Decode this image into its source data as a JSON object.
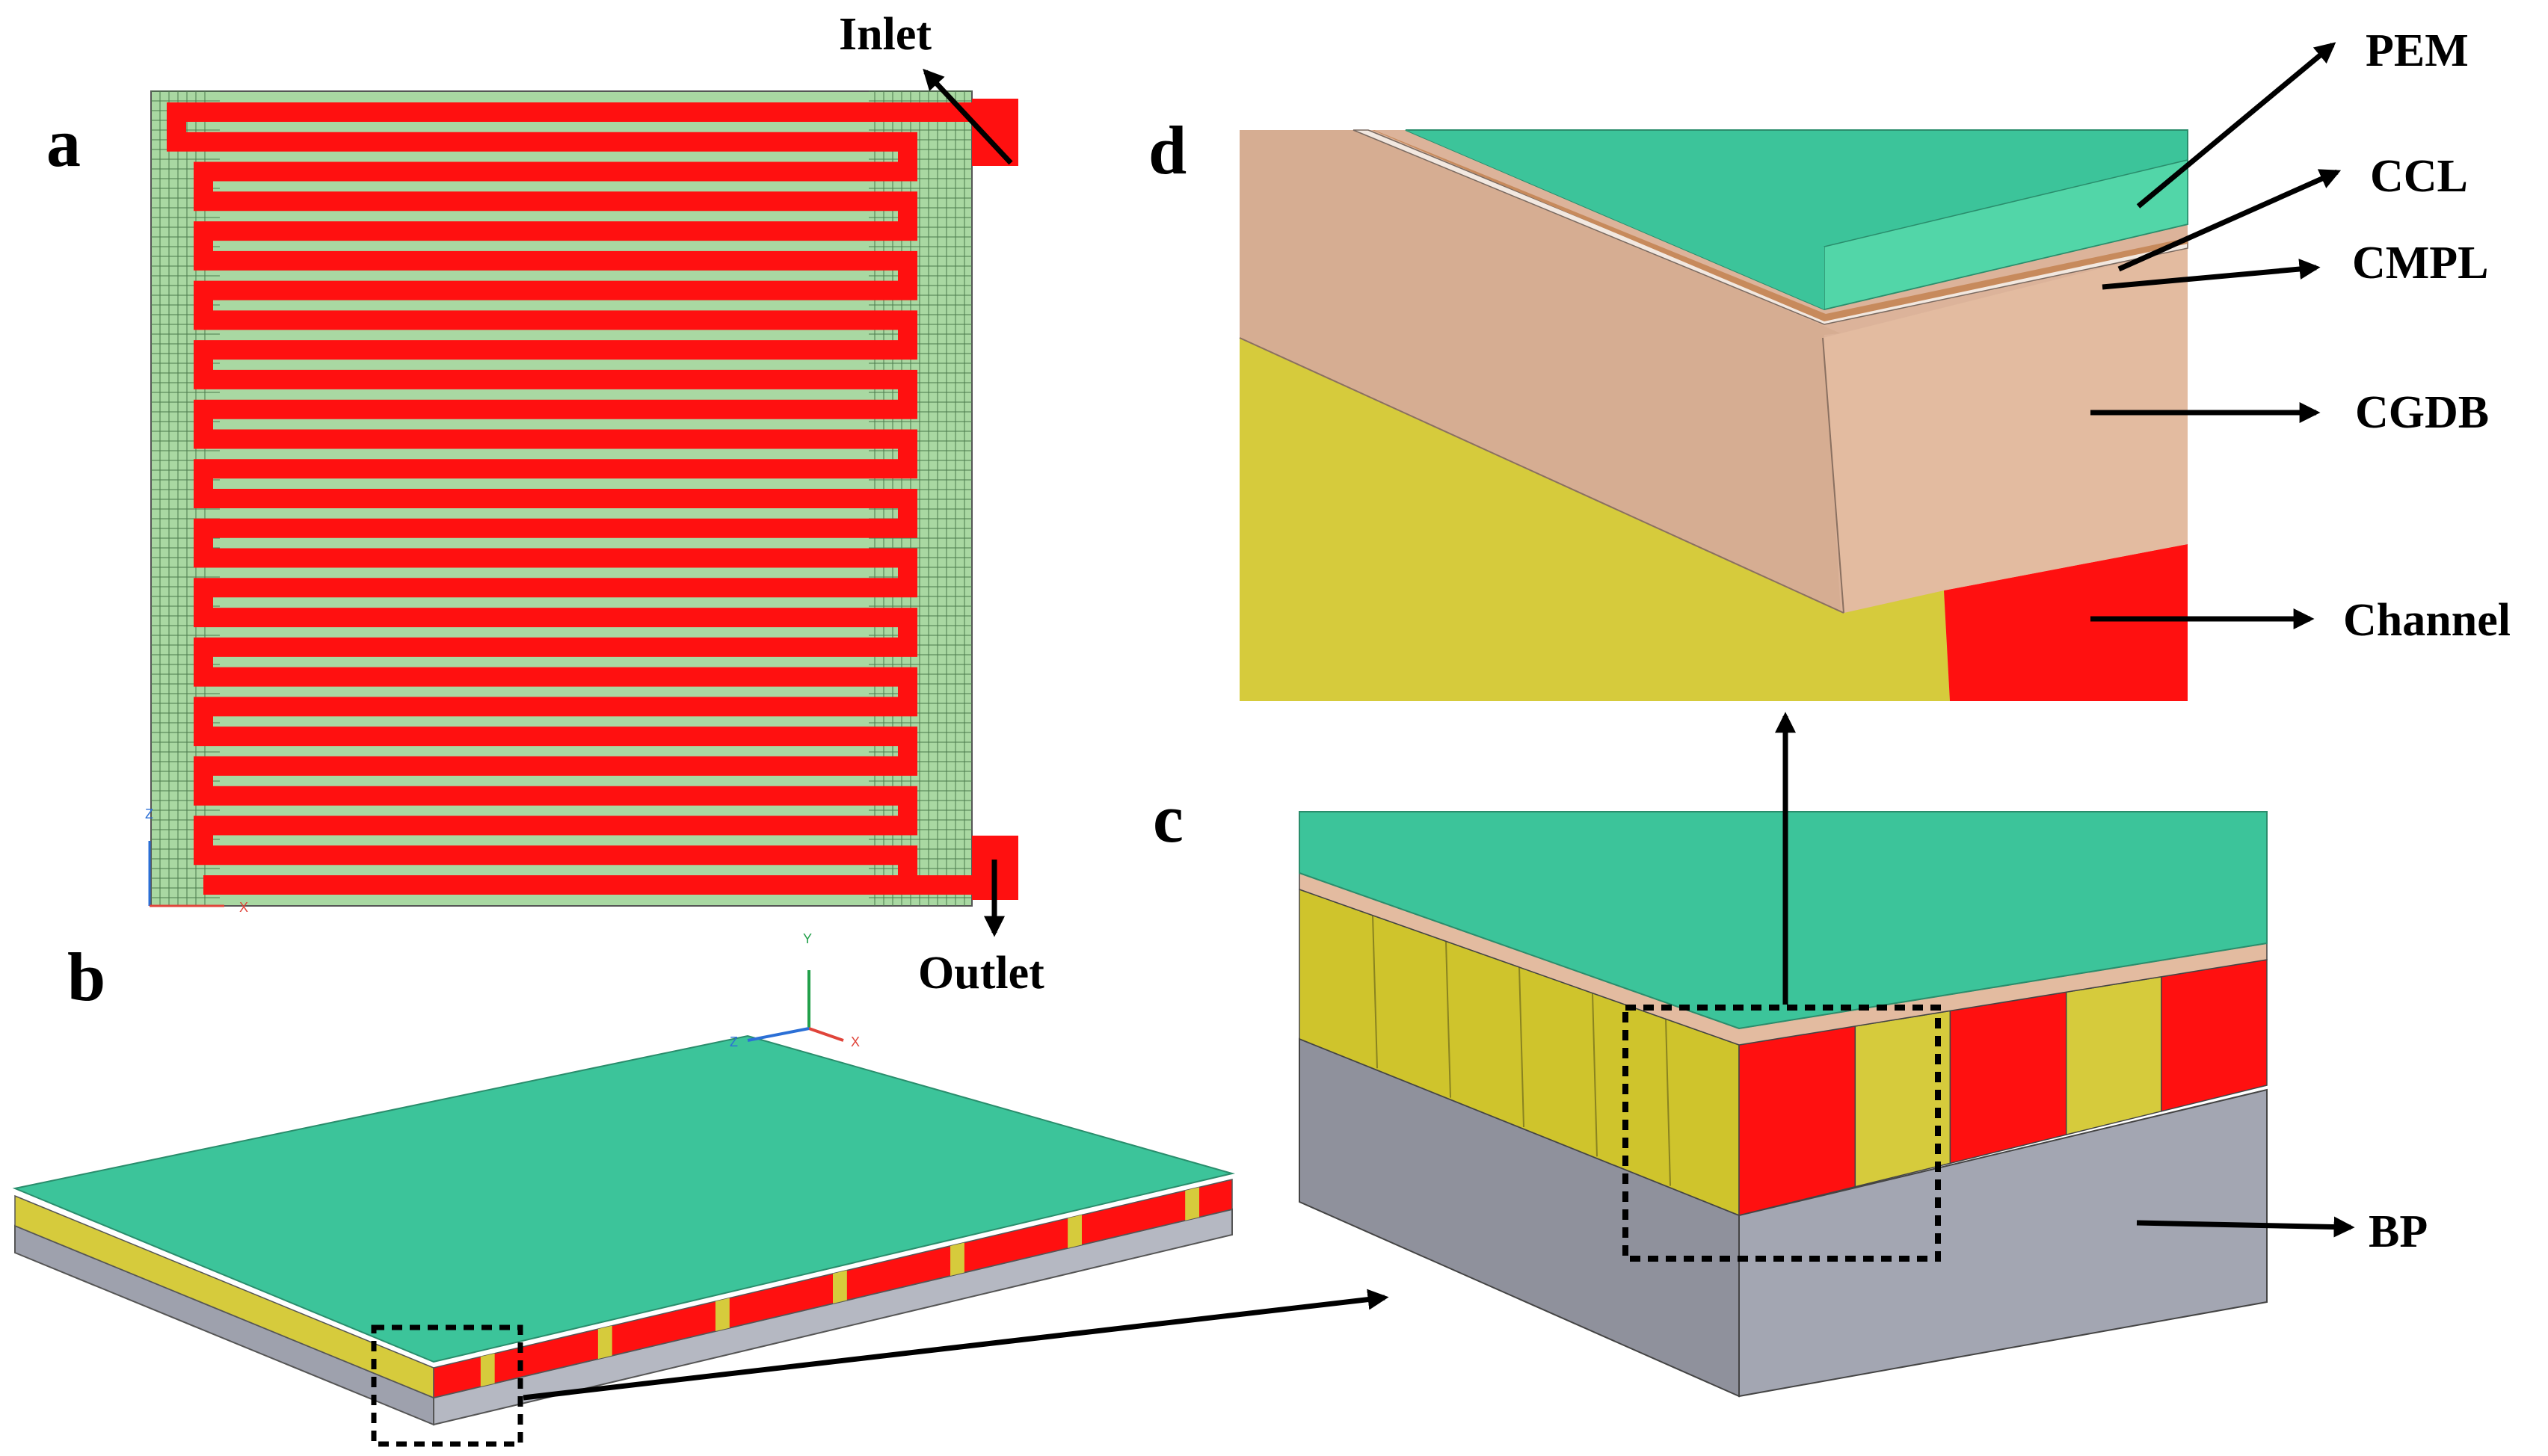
{
  "panels": {
    "a": {
      "letter": "a",
      "inlet_label": "Inlet",
      "outlet_label": "Outlet"
    },
    "b": {
      "letter": "b"
    },
    "c": {
      "letter": "c",
      "bp_label": "BP"
    },
    "d": {
      "letter": "d",
      "labels": {
        "pem": "PEM",
        "ccl": "CCL",
        "cmpl": "CMPL",
        "cgdb": "CGDB",
        "channel": "Channel"
      }
    }
  },
  "axes": {
    "x": "X",
    "y": "Y",
    "z": "Z"
  },
  "colors": {
    "channel_red": "#ff1010",
    "rib_green": "#a9d8a2",
    "membrane_green": "#3cc49a",
    "membrane_edge": "#52d6a8",
    "catalyst": "#c78a5c",
    "gdl_beige": "#dcb39a",
    "rib_yellow": "#d6cb3c",
    "bipolar_grey": "#9ea1ad"
  }
}
